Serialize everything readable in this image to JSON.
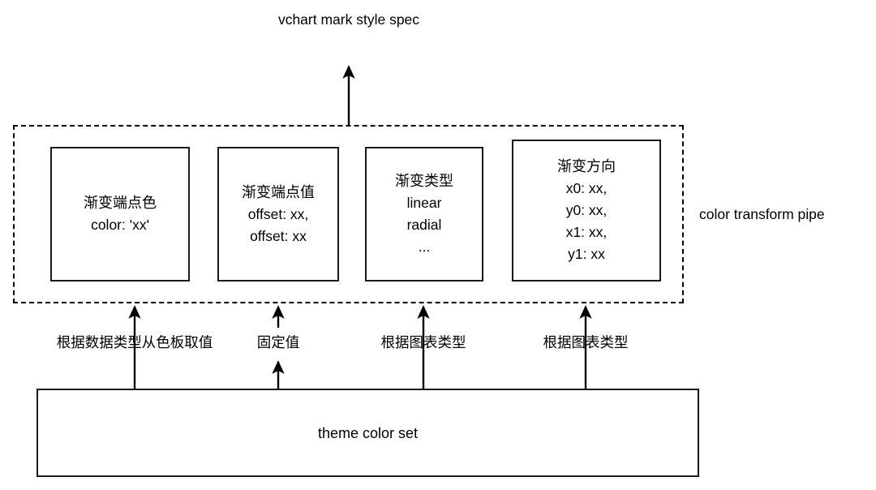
{
  "diagram": {
    "title": "vchart mark style spec",
    "pipe_label": "color transform pipe",
    "theme_box": {
      "label": "theme color set"
    },
    "nodes": [
      {
        "id": "gradient-color",
        "title": "渐变端点色",
        "lines": [
          "color: 'xx'"
        ]
      },
      {
        "id": "gradient-offset",
        "title": "渐变端点值",
        "lines": [
          "offset: xx,",
          "offset: xx"
        ]
      },
      {
        "id": "gradient-type",
        "title": "渐变类型",
        "lines": [
          "linear",
          "radial",
          "..."
        ]
      },
      {
        "id": "gradient-direction",
        "title": "渐变方向",
        "lines": [
          "x0: xx,",
          "y0: xx,",
          "x1: xx,",
          "y1: xx"
        ]
      }
    ],
    "edge_labels": [
      {
        "id": "palette",
        "text": "根据数据类型从色板取值"
      },
      {
        "id": "fixed",
        "text": "固定值"
      },
      {
        "id": "charttype1",
        "text": "根据图表类型"
      },
      {
        "id": "charttype2",
        "text": "根据图表类型"
      }
    ],
    "colors": {
      "stroke": "#1a1a1a",
      "dashed_stroke": "#000000",
      "background": "#ffffff",
      "text": "#000000"
    }
  }
}
